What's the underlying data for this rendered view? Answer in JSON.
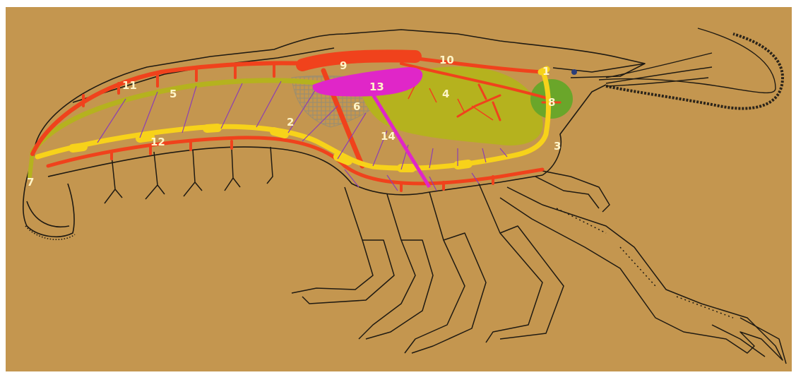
{
  "colors": {
    "background": "#c4964f",
    "outline": "#1f1a12",
    "circulatory": "#f0421c",
    "nervous": "#f7d21a",
    "digestive": "#b5b21e",
    "gland": "#6aa62a",
    "reproductive": "#e026c8",
    "segmental_nerves": "#8c3fb2",
    "gills": "#9c8e70",
    "label_text": "#fff5c8"
  },
  "labels": [
    "1",
    "2",
    "3",
    "4",
    "5",
    "6",
    "7",
    "8",
    "9",
    "10",
    "11",
    "12",
    "13",
    "14"
  ]
}
